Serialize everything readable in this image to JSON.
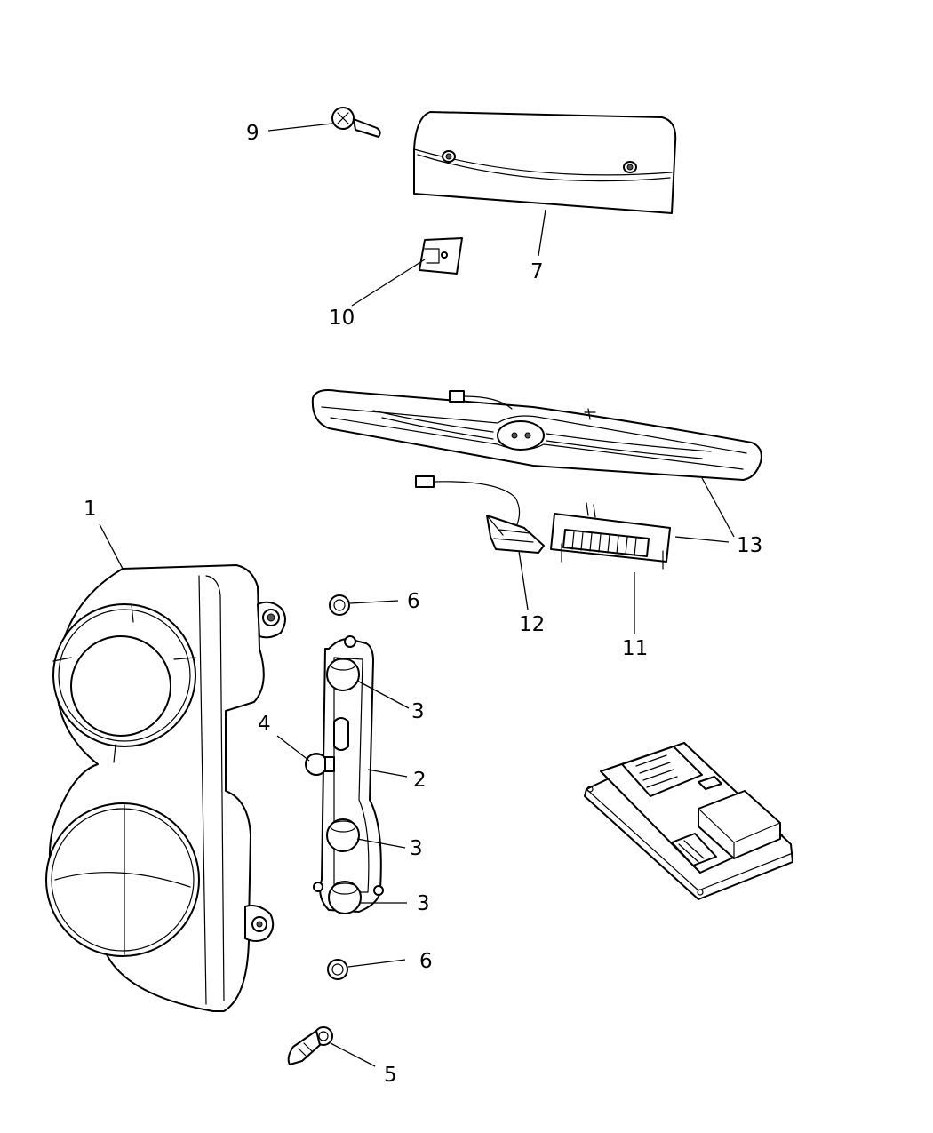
{
  "callouts": [
    {
      "id": "9",
      "text": "9"
    },
    {
      "id": "7",
      "text": "7"
    },
    {
      "id": "10",
      "text": "10"
    },
    {
      "id": "13",
      "text": "13"
    },
    {
      "id": "1",
      "text": "1"
    },
    {
      "id": "12",
      "text": "12"
    },
    {
      "id": "11",
      "text": "11"
    },
    {
      "id": "6a",
      "text": "6"
    },
    {
      "id": "3a",
      "text": "3"
    },
    {
      "id": "4",
      "text": "4"
    },
    {
      "id": "2",
      "text": "2"
    },
    {
      "id": "3b",
      "text": "3"
    },
    {
      "id": "3c",
      "text": "3"
    },
    {
      "id": "6b",
      "text": "6"
    },
    {
      "id": "5",
      "text": "5"
    }
  ]
}
